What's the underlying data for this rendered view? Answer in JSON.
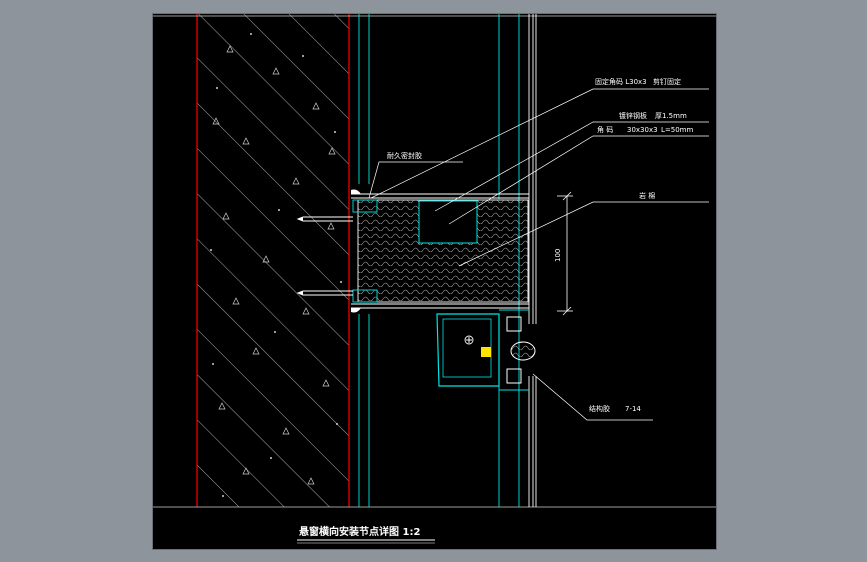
{
  "title": "悬窗横向安装节点详图 1:2",
  "annotations": [
    {
      "id": "a1",
      "text": "固定角码 L30x3"
    },
    {
      "id": "a2",
      "text": "剪钉固定"
    },
    {
      "id": "a3",
      "text": "镀锌钢板"
    },
    {
      "id": "a4",
      "text": "厚1.5mm"
    },
    {
      "id": "a5",
      "text": "角 码"
    },
    {
      "id": "a6",
      "text": "30x30x3"
    },
    {
      "id": "a7",
      "text": "L=50mm"
    },
    {
      "id": "a8",
      "text": "耐久密封胶"
    },
    {
      "id": "a9",
      "text": "岩 棉"
    },
    {
      "id": "a10",
      "text": "结构胶"
    },
    {
      "id": "a11",
      "text": "7-14"
    }
  ],
  "dimension": "100",
  "colors": {
    "background": "#8e949c",
    "canvas": "#000000",
    "wall_edge": "#ff0000",
    "cyan": "#00e5e5",
    "white": "#ffffff",
    "insulation": "#b8b8b8"
  }
}
